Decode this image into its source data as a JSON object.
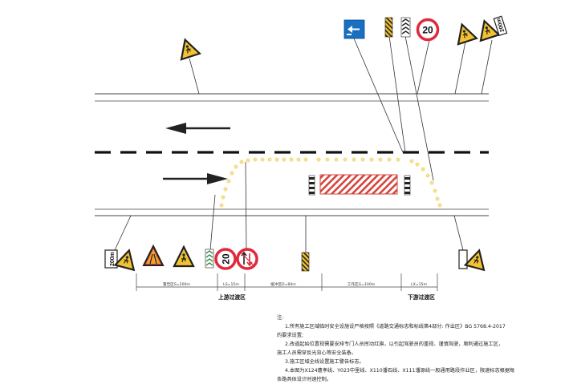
{
  "road": {
    "edge_color": "#444444",
    "centerline_color": "#111111",
    "cone_color": "#f3df92",
    "work_area_stripe_color": "#d4453c"
  },
  "signs": {
    "top": [
      {
        "name": "construction-warning-sign",
        "icon": "worker-triangle-icon"
      },
      {
        "name": "keep-left-direction-sign",
        "icon": "arrow-left-icon",
        "color": "#1a6fc1"
      },
      {
        "name": "hazard-marker-left",
        "icon": "striped-marker-icon"
      },
      {
        "name": "hazard-marker-chevron",
        "icon": "chevron-marker-icon"
      },
      {
        "name": "speed-limit-sign",
        "value": "20"
      },
      {
        "name": "construction-warning-sign",
        "icon": "worker-triangle-icon"
      },
      {
        "name": "construction-warning-sign-200m",
        "distance": "200m"
      }
    ],
    "bottom": [
      {
        "name": "construction-warning-sign-200m",
        "distance": "200m"
      },
      {
        "name": "road-narrows-sign",
        "icon": "road-narrow-triangle-icon"
      },
      {
        "name": "construction-warning-sign",
        "icon": "worker-triangle-icon"
      },
      {
        "name": "hazard-marker-chevron",
        "icon": "chevron-marker-icon"
      },
      {
        "name": "speed-limit-sign",
        "value": "20"
      },
      {
        "name": "no-overtaking-sign",
        "icon": "no-overtaking-icon"
      },
      {
        "name": "hazard-marker-right",
        "icon": "striped-marker-icon"
      },
      {
        "name": "construction-warning-sign-right",
        "icon": "worker-triangle-icon"
      }
    ],
    "speed_value": "20",
    "distance_text": "200m"
  },
  "zones": {
    "warning": "警告区S=200m",
    "upstream_taper": "LS=15m",
    "buffer": "缓冲区D=80m",
    "work": "工作区G=100m",
    "downstream_taper": "LX=15m"
  },
  "captions": {
    "upstream": "上游过渡区",
    "downstream": "下游过渡区"
  },
  "notes": {
    "title": "注:",
    "line1a": "1.所有施工区域临时安全设施设严格按照《道路交通标志和标线第4部分: 作业区》BG 5768.4-2017",
    "line1b": "的要求设置;",
    "line2a": "2.改道起始位置视需要安排专门人员挥动红旗，以引起驾驶员的重视、谨慎驾驶，顺利通过施工区，",
    "line2b": "施工人员需穿反光背心等安全装备。",
    "line3": "3.施工区域全线设置施工警告标志。",
    "line4a": "4.本图为X124遭孝线、Y023中里线、X110潘石线、X111潘源线一般通用路段作业区，限速标志根据每",
    "line4b": "条路具体设计时速控制。"
  }
}
